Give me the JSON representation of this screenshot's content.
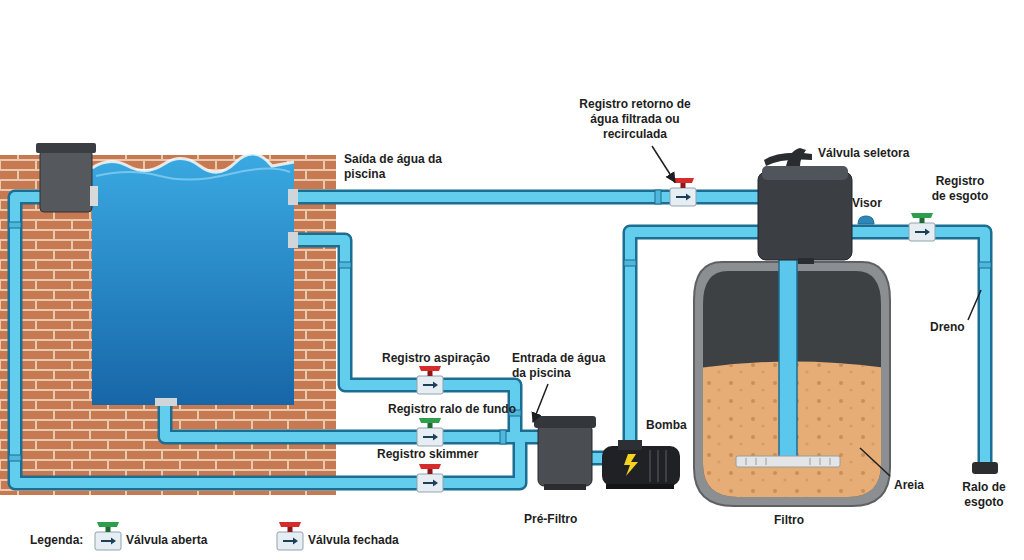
{
  "diagram": {
    "labels": [
      "Registro retorno de água filtrada ou recirculada",
      "Válvula seletora",
      "Saída de água da piscina",
      "Registro de esgoto",
      "Visor",
      "Dreno",
      "Registro aspiração",
      "Entrada de água da piscina",
      "Registro ralo de fundo",
      "Bomba",
      "Registro skimmer",
      "Pré-Filtro",
      "Filtro",
      "Areia",
      "Ralo de esgoto",
      "Legenda:"
    ],
    "legend": [
      {
        "text": "Válvula aberta"
      },
      {
        "text": "Válvula fechada"
      }
    ]
  }
}
